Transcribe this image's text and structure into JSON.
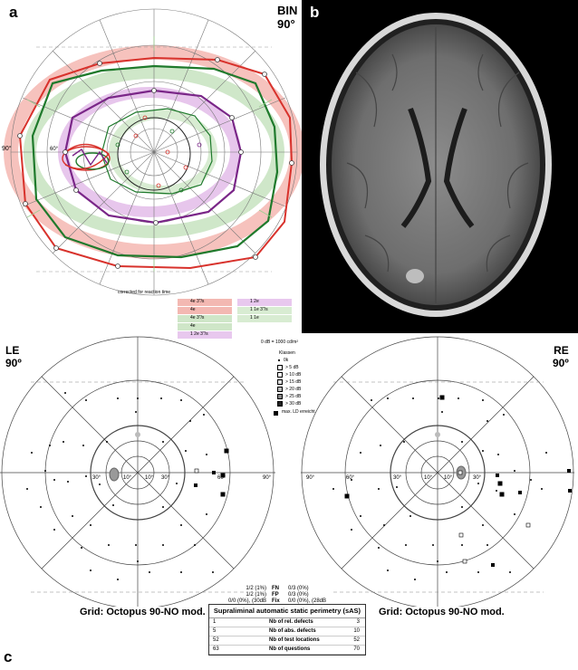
{
  "panel_a": {
    "letter": "a",
    "corner_label_line1": "BIN",
    "corner_label_line2": "90°",
    "left_ecc_label": "90°",
    "center_label": "60°",
    "footer_note": "corrected for reaction time",
    "legend": {
      "rows": [
        {
          "left_label": "4e 3\"/s",
          "right_label": "1 2e",
          "left_color": "#f3b8b2",
          "right_color": "#e8c8ee"
        },
        {
          "left_label": "4e",
          "right_label": "1 1e 3\"/s",
          "left_color": "#f3b8b2",
          "right_color": "#d8ecd2"
        },
        {
          "left_label": "4e 3\"/s",
          "right_label": "1 1e",
          "left_color": "#cfe6c8",
          "right_color": "#d8ecd2"
        },
        {
          "left_label": "4e",
          "right_label": "",
          "left_color": "#cfe6c8",
          "right_color": "#ffffff"
        },
        {
          "left_label": "1 2e 3\"/s",
          "right_label": "",
          "left_color": "#e8c8ee",
          "right_color": "#ffffff"
        }
      ]
    },
    "colors": {
      "red": "#d8322c",
      "green": "#1f7a2c",
      "purple": "#7a2688",
      "pink_band": "#f6c2bd",
      "green_band": "#cfe7c9",
      "purple_band": "#e7c6ec"
    }
  },
  "panel_b": {
    "letter": "b"
  },
  "panel_c": {
    "letter": "c",
    "header_note": "0 dB = 1000 cd/m²",
    "legend_title": "Klassen",
    "legend_items": [
      "0k",
      "> 5 dB",
      "> 10 dB",
      "> 15 dB",
      "> 20 dB",
      "> 25 dB",
      "> 30 dB"
    ],
    "legend_max": "max. LD erreicht",
    "left_eye": {
      "title_line1": "LE",
      "title_line2": "90º",
      "grid_caption": "Grid: Octopus 90-NO mod.",
      "ecc_labels": [
        "30°",
        "10°",
        "10°",
        "30°",
        "60°",
        "90°"
      ]
    },
    "right_eye": {
      "title_line1": "RE",
      "title_line2": "90º",
      "grid_caption": "Grid: Octopus 90-NO mod.",
      "ecc_labels": [
        "90°",
        "60°",
        "30°",
        "10°",
        "10°",
        "30°"
      ]
    },
    "reliability": [
      {
        "left": "1/2 (1%)",
        "key": "FN",
        "right": "0/3 (0%)"
      },
      {
        "left": "1/2 (1%)",
        "key": "FP",
        "right": "0/3 (0%)"
      },
      {
        "left": "0/0 (0%), (30dB",
        "key": "Fix",
        "right": "0/0 (0%), (28dB"
      }
    ],
    "sas_table": {
      "title": "Supraliminal automatic static perimetry (sAS)",
      "rows": [
        {
          "left": "1",
          "label": "Nb of rel. defects",
          "right": "3"
        },
        {
          "left": "5",
          "label": "Nb of abs. defects",
          "right": "10"
        },
        {
          "left": "52",
          "label": "Nb of test locations",
          "right": "52"
        },
        {
          "left": "63",
          "label": "Nb of questions",
          "right": "70"
        }
      ]
    }
  }
}
